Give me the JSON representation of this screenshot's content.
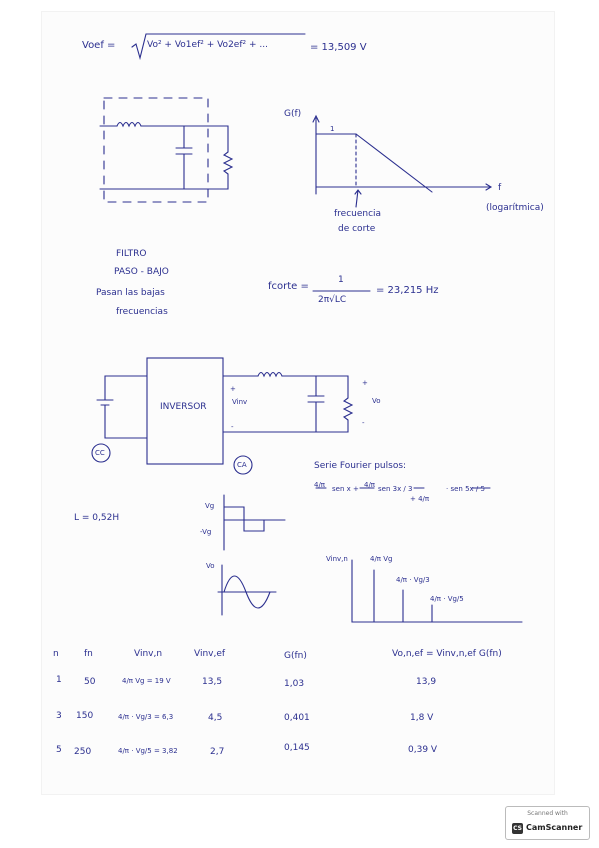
{
  "formula_top": {
    "lhs": "Voef =",
    "radicand": "Vo² + Vo1ef² + Vo2ef² + ...",
    "rhs": "= 13,509 V"
  },
  "filter_graph": {
    "y_label": "G(f)",
    "peak_label": "1",
    "x_label": "f",
    "scale_label": "(logarítmica)",
    "cutoff_label_1": "frecuencia",
    "cutoff_label_2": "de corte"
  },
  "filter_description": [
    "FILTRO",
    "PASO - BAJO",
    "Pasan las bajas",
    "frecuencias"
  ],
  "cutoff_formula": {
    "lhs": "fcorte =",
    "numerator": "1",
    "denominator": "2π√LC",
    "rhs": "= 23,215 Hz"
  },
  "inverter_circuit": {
    "block_label": "INVERSOR",
    "vinv_label": "Vinv",
    "plus1": "+",
    "minus1": "-",
    "vo_label": "Vo",
    "plus2": "+",
    "minus2": "-",
    "cc_label": "CC",
    "ca_label": "CA"
  },
  "inductance": "L = 0,52H",
  "square_wave": {
    "vg_label": "Vg",
    "neg_vg_label": "-Vg"
  },
  "sine_label": "Vo",
  "fourier": {
    "title": "Serie Fourier pulsos:",
    "term1_frac": "4/π",
    "term1": "sen x +",
    "term2_frac": "4/π",
    "term2": "sen 3x / 3",
    "term3_frac": "+ 4/π",
    "term3": "· sen 5x / 5"
  },
  "spectrum": {
    "y_label": "Vinv,n",
    "l1": "4/π Vg",
    "l2": "4/π · Vg/3",
    "l3": "4/π · Vg/5"
  },
  "table": {
    "headers": [
      "n",
      "fn",
      "Vinv,n",
      "Vinv,ef",
      "G(fn)",
      "Vo,n,ef = Vinv,n,ef G(fn)"
    ],
    "rows": [
      [
        "1",
        "50",
        "4/π Vg = 19 V",
        "13,5",
        "1,03",
        "13,9"
      ],
      [
        "3",
        "150",
        "4/π · Vg/3 = 6,3",
        "4,5",
        "0,401",
        "1,8 V"
      ],
      [
        "5",
        "250",
        "4/π · Vg/5 = 3,82",
        "2,7",
        "0,145",
        "0,39 V"
      ]
    ]
  },
  "badge": {
    "top": "Scanned with",
    "logo": "CS",
    "brand": "CamScanner"
  }
}
